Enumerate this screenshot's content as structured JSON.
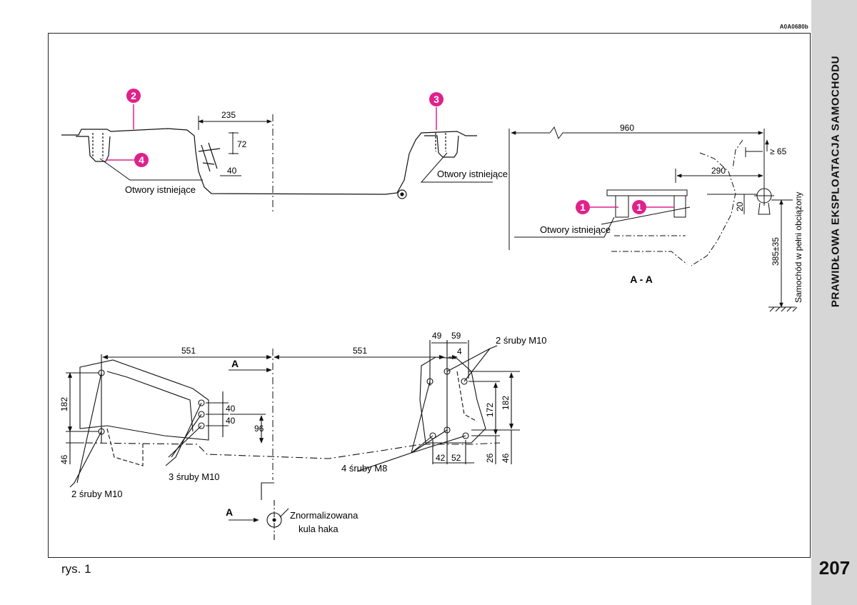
{
  "header": {
    "figure_code": "A0A0680b"
  },
  "sidebar": {
    "section_title": "PRAWIDŁOWA EKSPLOATACJA SAMOCHODU",
    "page_number": "207"
  },
  "caption": "rys. 1",
  "diagram": {
    "callouts": {
      "c1": "1",
      "c2": "2",
      "c3": "3",
      "c4": "4"
    },
    "labels": {
      "holes_left": "Otwory istniejące",
      "holes_right": "Otwory istniejące",
      "holes_section": "Otwory istniejące",
      "section_aa": "A - A",
      "loaded_vehicle": "Samochód w pełni obciążony",
      "bolts_2_left": "2 śruby M10",
      "bolts_3": "3 śruby M10",
      "bolts_4_m8": "4 śruby M8",
      "bolts_2_right": "2 śruby M10",
      "arrow_a_top": "A",
      "arrow_a_bottom": "A",
      "towball_line1": "Znormalizowana",
      "towball_line2": "kula haka"
    },
    "dimensions": {
      "d235": "235",
      "d72": "72",
      "d40_top": "40",
      "d960": "960",
      "d65": "≥ 65",
      "d290": "290",
      "d20": "20",
      "d385": "385±35",
      "d551_left": "551",
      "d551_right": "551",
      "d182_left": "182",
      "d46_left": "46",
      "d40_a": "40",
      "d40_b": "40",
      "d96": "96",
      "d49": "49",
      "d59": "59",
      "d4": "4",
      "d172": "172",
      "d182_right": "182",
      "d26": "26",
      "d46_right": "46",
      "d42": "42",
      "d52": "52"
    }
  }
}
